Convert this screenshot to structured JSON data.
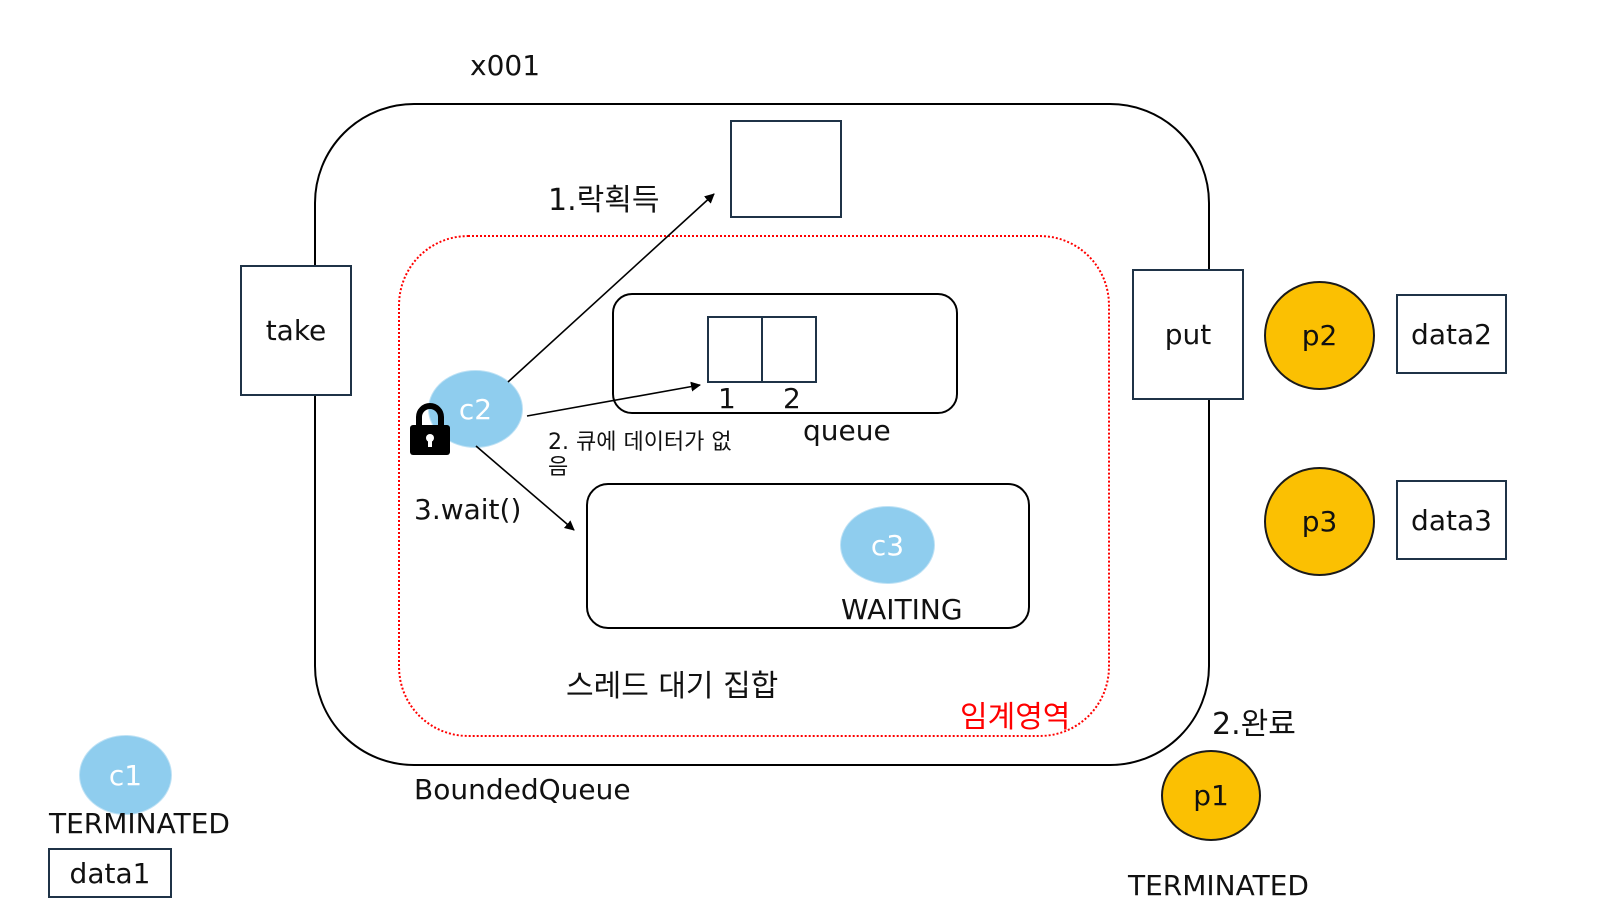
{
  "object_id": "x001",
  "bounded_queue": {
    "label": "BoundedQueue",
    "take_label": "take",
    "put_label": "put"
  },
  "critical_section_label": "임계영역",
  "queue": {
    "label": "queue",
    "slots": [
      "1",
      "2"
    ]
  },
  "wait_set": {
    "label": "스레드 대기 집합",
    "thread": {
      "name": "c3",
      "state": "WAITING"
    }
  },
  "steps": {
    "acquire_lock": "1.락획득",
    "queue_empty_line1": "2. 큐에 데이터가 없",
    "queue_empty_line2": "음",
    "wait": "3.wait()",
    "done": "2.완료"
  },
  "consumers": {
    "c1": {
      "name": "c1",
      "state": "TERMINATED",
      "data": "data1"
    },
    "c2": {
      "name": "c2"
    }
  },
  "producers": {
    "p1": {
      "name": "p1",
      "state": "TERMINATED"
    },
    "p2": {
      "name": "p2",
      "data": "data2"
    },
    "p3": {
      "name": "p3",
      "data": "data3"
    }
  },
  "colors": {
    "consumer": "#8fcdee",
    "producer": "#fbc002",
    "critical_section": "#ff0000"
  },
  "icons": {
    "lock": "lock-icon",
    "arrow": "arrow-icon"
  }
}
